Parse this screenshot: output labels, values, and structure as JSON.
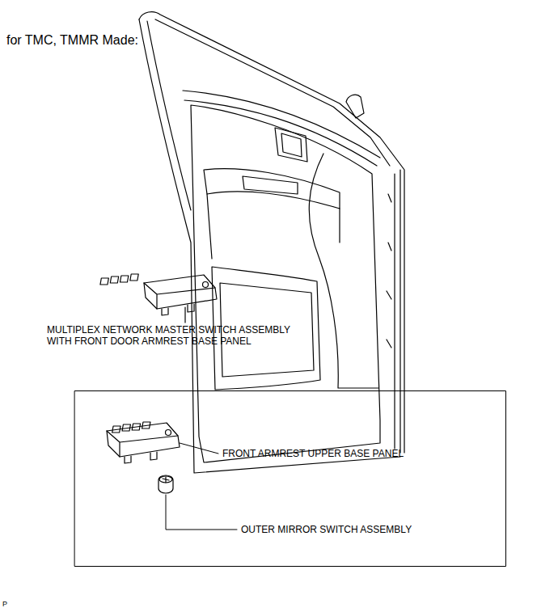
{
  "diagram": {
    "title": "for TMC, TMMR Made:",
    "labels": [
      "MULTIPLEX NETWORK MASTER SWITCH ASSEMBLY WITH FRONT DOOR ARMREST BASE PANEL",
      "FRONT ARMREST UPPER BASE PANEL",
      "OUTER MIRROR SWITCH ASSEMBLY",
      "P"
    ]
  }
}
